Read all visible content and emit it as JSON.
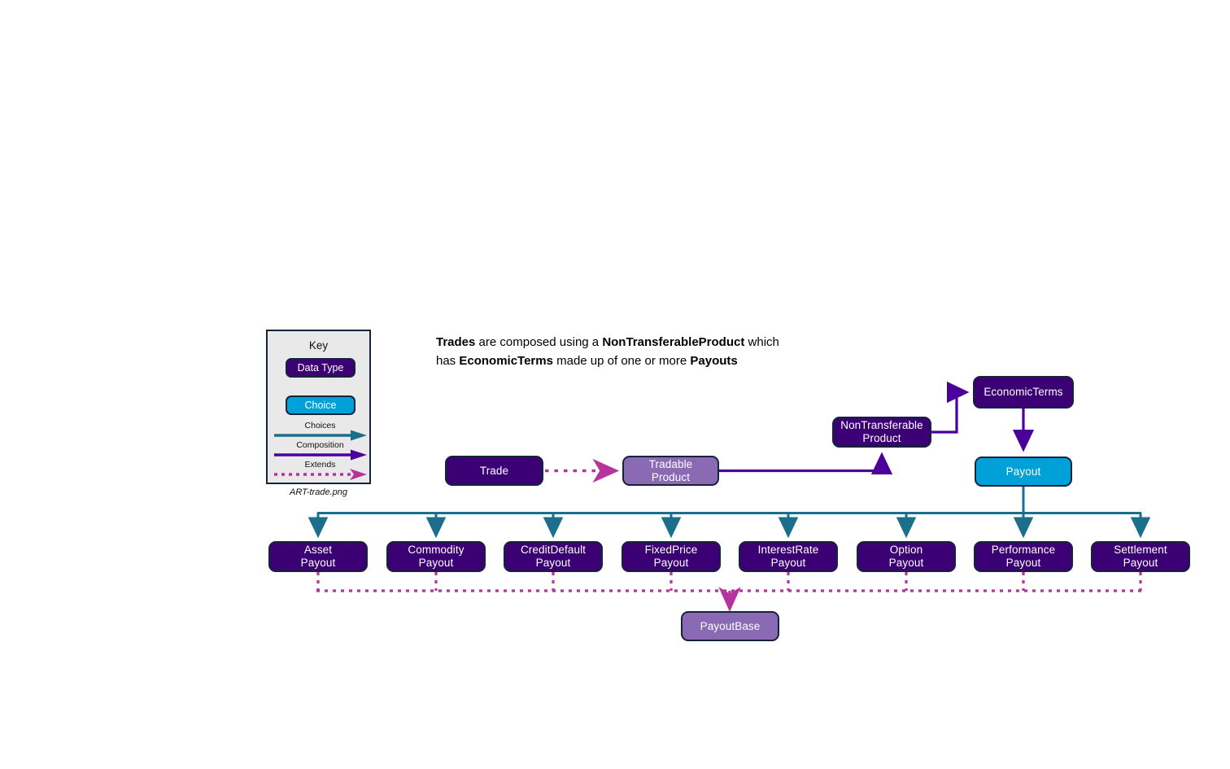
{
  "caption": "ART-trade.png",
  "headline": {
    "line1_a": "Trades",
    "line1_b": " are composed using a ",
    "line1_c": "NonTransferableProduct",
    "line1_d": " which",
    "line2_a": "has ",
    "line2_b": "EconomicTerms",
    "line2_c": " made up of one or more ",
    "line2_d": "Payouts"
  },
  "key": {
    "title": "Key",
    "data_type_label": "Data Type",
    "choice_label": "Choice",
    "choices_label": "Choices",
    "composition_label": "Composition",
    "extends_label": "Extends"
  },
  "colors": {
    "data_type": "#3b0073",
    "choice": "#00a0d8",
    "light_purple": "#8a6ab2",
    "border": "#14243a",
    "choices_arrow": "#1b6e8c",
    "composition_arrow": "#4b0099",
    "extends_arrow": "#b5339c",
    "panel_bg": "#e9e9e9"
  },
  "nodes": {
    "trade": "Trade",
    "tradable_product": "Tradable\nProduct",
    "non_transferable_product": "NonTransferable\nProduct",
    "economic_terms": "EconomicTerms",
    "payout": "Payout",
    "payout_base": "PayoutBase"
  },
  "payouts": [
    "Asset\nPayout",
    "Commodity\nPayout",
    "CreditDefault\nPayout",
    "FixedPrice\nPayout",
    "InterestRate\nPayout",
    "Option\nPayout",
    "Performance\nPayout",
    "Settlement\nPayout"
  ]
}
